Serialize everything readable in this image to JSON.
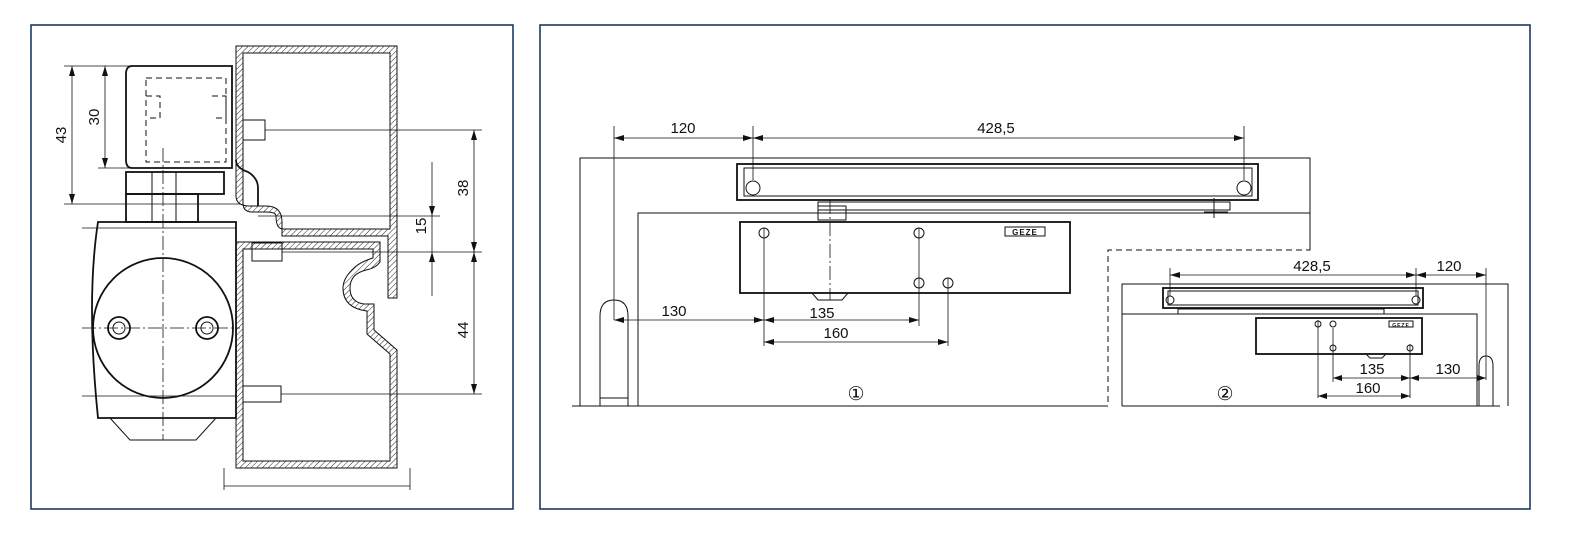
{
  "left_panel": {
    "dims": {
      "d43": "43",
      "d30": "30",
      "d38": "38",
      "d15": "15",
      "d44": "44"
    }
  },
  "right_panel": {
    "view1": {
      "marker": "①",
      "d120": "120",
      "d428": "428,5",
      "d130": "130",
      "d135": "135",
      "d160": "160",
      "logo": "GEZE"
    },
    "view2": {
      "marker": "②",
      "d428": "428,5",
      "d120": "120",
      "d135": "135",
      "d130": "130",
      "d160": "160",
      "logo": "GEZE"
    }
  }
}
